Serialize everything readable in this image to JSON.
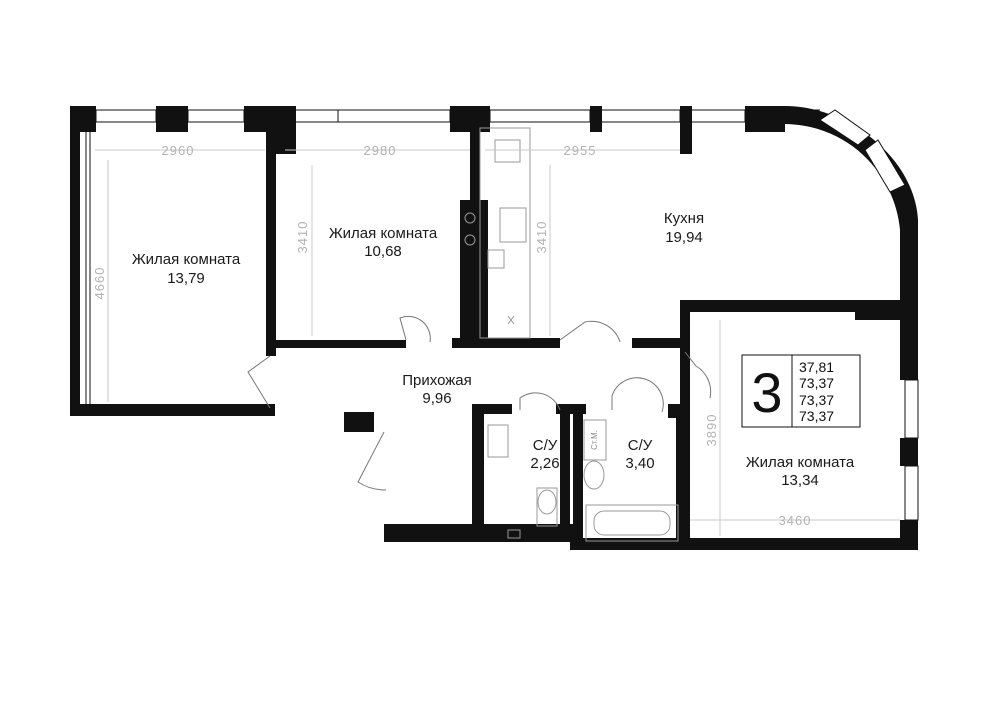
{
  "rooms": [
    {
      "name": "Жилая комната",
      "area": "13,79"
    },
    {
      "name": "Жилая комната",
      "area": "10,68"
    },
    {
      "name": "Кухня",
      "area": "19,94"
    },
    {
      "name": "Прихожая",
      "area": "9,96"
    },
    {
      "name": "С/У",
      "area": "2,26"
    },
    {
      "name": "С/У",
      "area": "3,40"
    },
    {
      "name": "Жилая комната",
      "area": "13,34"
    }
  ],
  "dimensions": {
    "room1_width": "2960",
    "room1_height": "4660",
    "room2_width": "2980",
    "room2_height": "3410",
    "kitchen_width": "2955",
    "kitchen_height": "3410",
    "room3_width": "3460",
    "room3_height": "3890"
  },
  "fixtures": {
    "riser_label": "Ст.М."
  },
  "badge": {
    "rooms_count": "3",
    "areas": [
      "37,81",
      "73,37",
      "73,37",
      "73,37"
    ]
  }
}
